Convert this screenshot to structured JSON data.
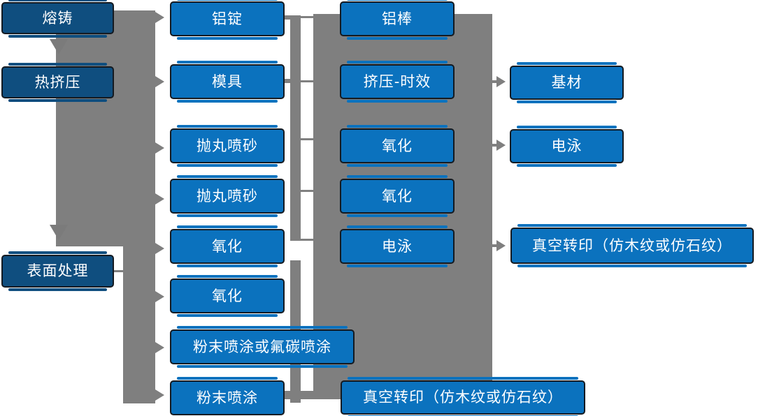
{
  "colors": {
    "background": "#ffffff",
    "node_fill": "#0b72be",
    "node_fill_dark": "#0f4e7f",
    "node_border": "#141a21",
    "connector_gray": "#7f7f7f",
    "text": "#ffffff"
  },
  "process_column": {
    "items": [
      "熔铸",
      "热挤压",
      "表面处理"
    ]
  },
  "stage2": {
    "items": [
      "铝锭",
      "模具",
      "抛丸喷砂",
      "抛丸喷砂",
      "氧化",
      "氧化",
      "粉末喷涂或氟碳喷涂",
      "粉末喷涂"
    ]
  },
  "stage3": {
    "items": [
      "铝棒",
      "挤压-时效",
      "氧化",
      "氧化",
      "电泳"
    ],
    "bottom": "真空转印（仿木纹或仿石纹）"
  },
  "stage4": {
    "items": [
      "基材",
      "电泳",
      "真空转印（仿木纹或仿石纹）"
    ]
  }
}
